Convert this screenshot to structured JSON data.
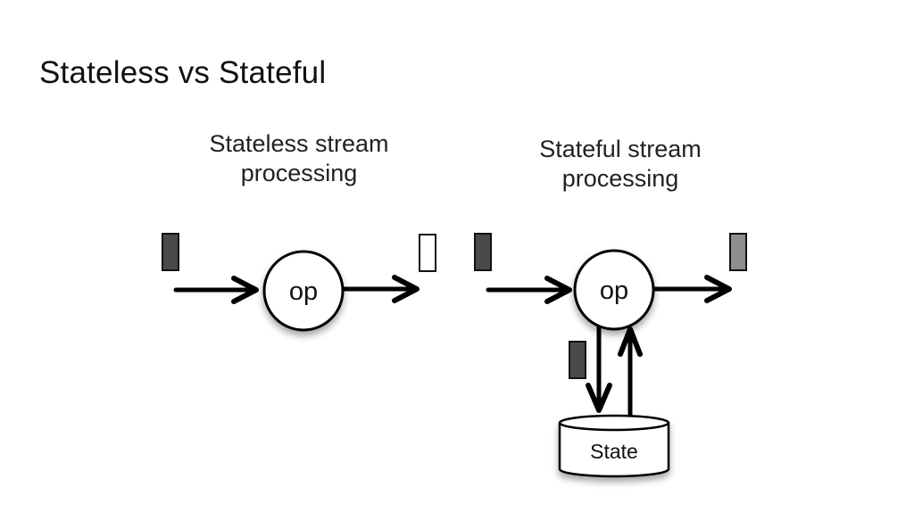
{
  "slide": {
    "title": "Stateless vs Stateful"
  },
  "stateless": {
    "heading": "Stateless stream processing",
    "heading_lines": [
      "Stateless stream",
      "processing"
    ],
    "operator_label": "op",
    "input_event_color": "#4a4a4a",
    "output_event_color": "#ffffff"
  },
  "stateful": {
    "heading": "Stateful stream processing",
    "heading_lines": [
      "Stateful stream",
      "processing"
    ],
    "operator_label": "op",
    "state_label": "State",
    "input_event_color": "#4a4a4a",
    "output_event_color": "#8f8f8f",
    "state_event_color": "#4a4a4a"
  }
}
